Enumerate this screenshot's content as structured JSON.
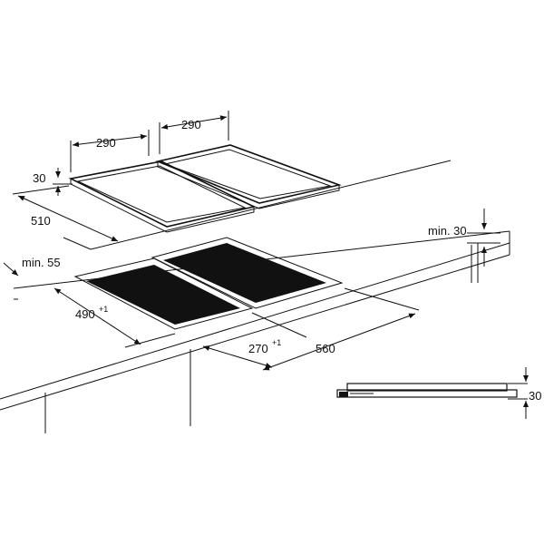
{
  "dimensions": {
    "hob_width_left": "290",
    "hob_width_right": "290",
    "hob_depth": "510",
    "hob_height": "30",
    "cutout_depth": "490",
    "cutout_depth_tolerance": "+1",
    "cutout_width": "270",
    "cutout_width_tolerance": "+1",
    "cutout_total_width": "560",
    "min_front": "min. 55",
    "min_back": "min. 30",
    "side_height": "30"
  }
}
